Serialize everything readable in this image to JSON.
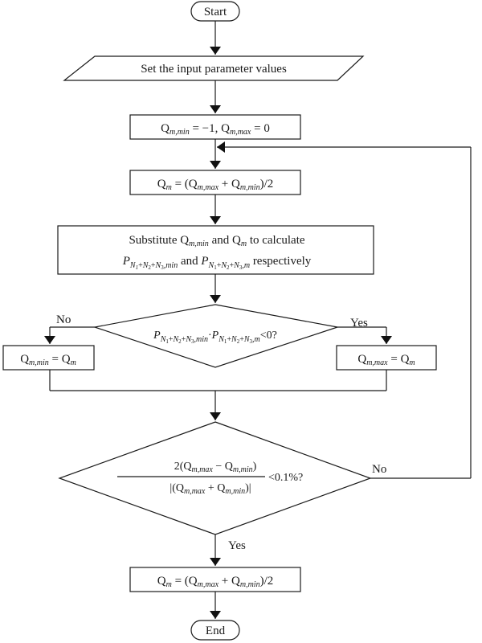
{
  "nodes": {
    "start": "Start",
    "input": "Set the input parameter values",
    "init": {
      "q": "Q",
      "sub_min": "m,min",
      "eq1": " = −1, ",
      "sub_max": "m,max",
      "eq2": " = 0"
    },
    "calc_qm": {
      "q": "Q",
      "sub_m": "m",
      "eq": " = (",
      "sub_max": "m,max",
      "plus": " + ",
      "sub_min": "m,min",
      "tail": ")/2"
    },
    "substitute": {
      "line1_a": "Substitute ",
      "q": "Q",
      "sub_min": "m,min",
      "line1_b": " and ",
      "sub_m": "m",
      "line1_c": " to calculate",
      "p": "P",
      "sub_n": "N",
      "sub_1": "1",
      "sub_plus": "+",
      "sub_2": "2",
      "sub_3": "3",
      "min_suffix": ",min",
      "m_suffix": ",m",
      "and": " and ",
      "respectively": " respectively"
    },
    "decision1": {
      "dot": "·",
      "tail": "<0?"
    },
    "left_box": {
      "q": "Q",
      "sub_min": "m,min",
      "eq": " = ",
      "sub_m": "m"
    },
    "right_box": {
      "q": "Q",
      "sub_max": "m,max",
      "eq": " = ",
      "sub_m": "m"
    },
    "decision2": {
      "num_pre": "2(",
      "minus": " − ",
      "close": ")",
      "den_pre": "|(",
      "plus": " + ",
      "den_close": ")|",
      "tail": "<0.1%?"
    },
    "final": {
      "q": "Q",
      "sub_m": "m",
      "eq": " = (",
      "sub_max": "m,max",
      "plus": " + ",
      "sub_min": "m,min",
      "tail": ")/2"
    },
    "end": "End"
  },
  "labels": {
    "no1": "No",
    "yes1": "Yes",
    "no2": "No",
    "yes2": "Yes"
  }
}
